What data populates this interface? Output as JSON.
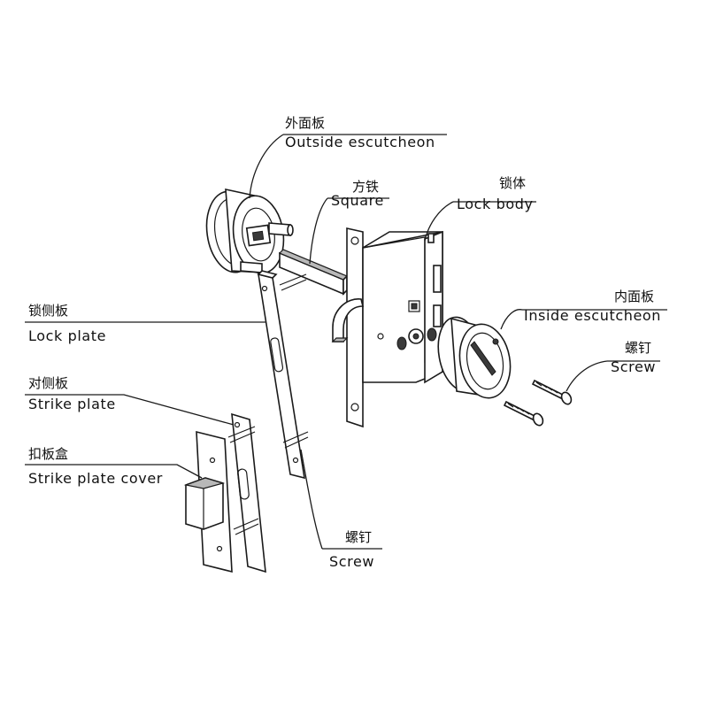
{
  "labels": {
    "outside_escutcheon": {
      "zh": "外面板",
      "en": "Outside escutcheon"
    },
    "square": {
      "zh": "方铁",
      "en": "Square"
    },
    "lock_body": {
      "zh": "锁体",
      "en": "Lock body"
    },
    "inside_escutcheon": {
      "zh": "内面板",
      "en": "Inside escutcheon"
    },
    "screw_right": {
      "zh": "螺钉",
      "en": "Screw"
    },
    "lock_plate": {
      "zh": "锁侧板",
      "en": "Lock plate"
    },
    "strike_plate": {
      "zh": "对侧板",
      "en": "Strike plate"
    },
    "strike_plate_cover": {
      "zh": "扣板盒",
      "en": "Strike plate cover"
    },
    "screw_bottom": {
      "zh": "螺钉",
      "en": "Screw"
    }
  }
}
